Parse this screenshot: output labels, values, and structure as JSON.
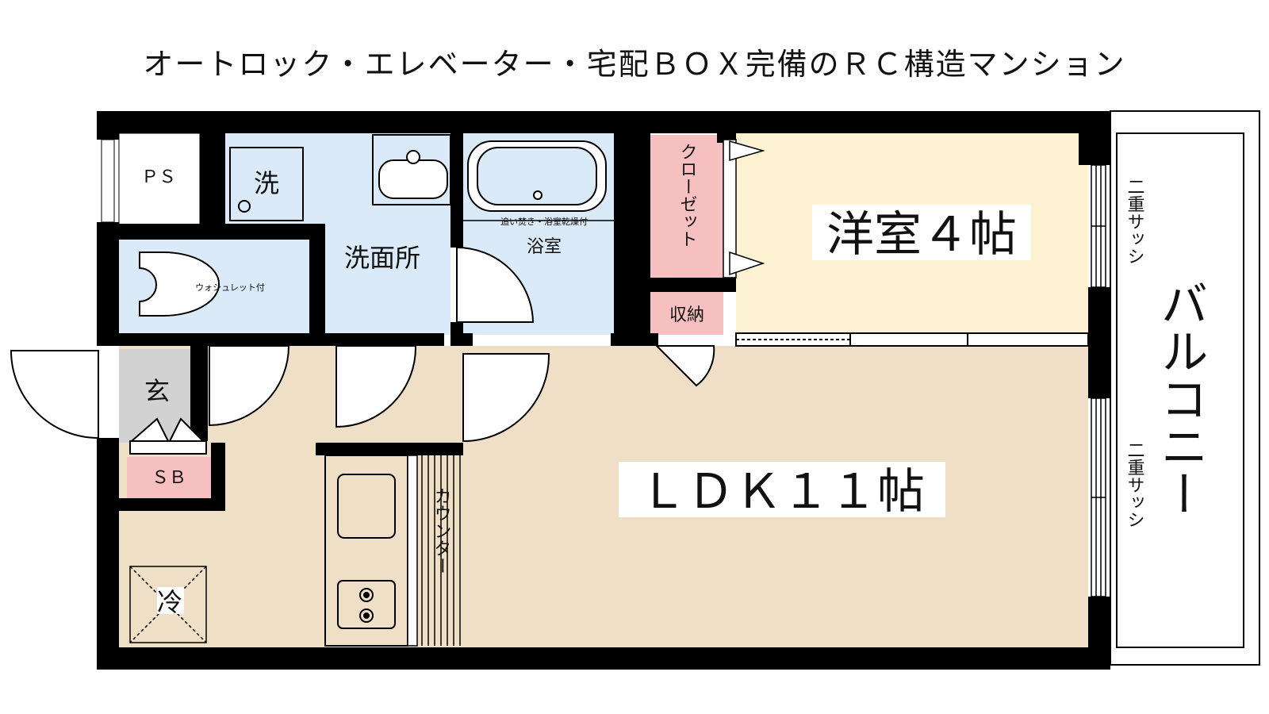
{
  "title": "オートロック・エレベーター・宅配ＢＯＸ完備のＲＣ構造マンション",
  "rooms": {
    "ps": "ＰＳ",
    "washer": "洗",
    "washroom": "洗面所",
    "bath": "浴室",
    "bath_note": "追い焚き・浴室乾燥付",
    "toilet_note": "ウォシュレット付",
    "closet": "クローゼット",
    "storage": "収納",
    "western_room": "洋室４帖",
    "entrance": "玄",
    "shoebox": "ＳＢ",
    "fridge": "冷",
    "counter": "カウンター",
    "ldk": "ＬＤＫ１１帖",
    "balcony": "バルコニー",
    "sash_upper": "二重サッシ",
    "sash_lower": "二重サッシ"
  },
  "colors": {
    "wall": "#000000",
    "wet_area": "#dbeaf8",
    "western_room": "#fcf2d2",
    "ldk": "#efdfc7",
    "entrance": "#d2d2d2",
    "closet": "#f7c0c0"
  }
}
